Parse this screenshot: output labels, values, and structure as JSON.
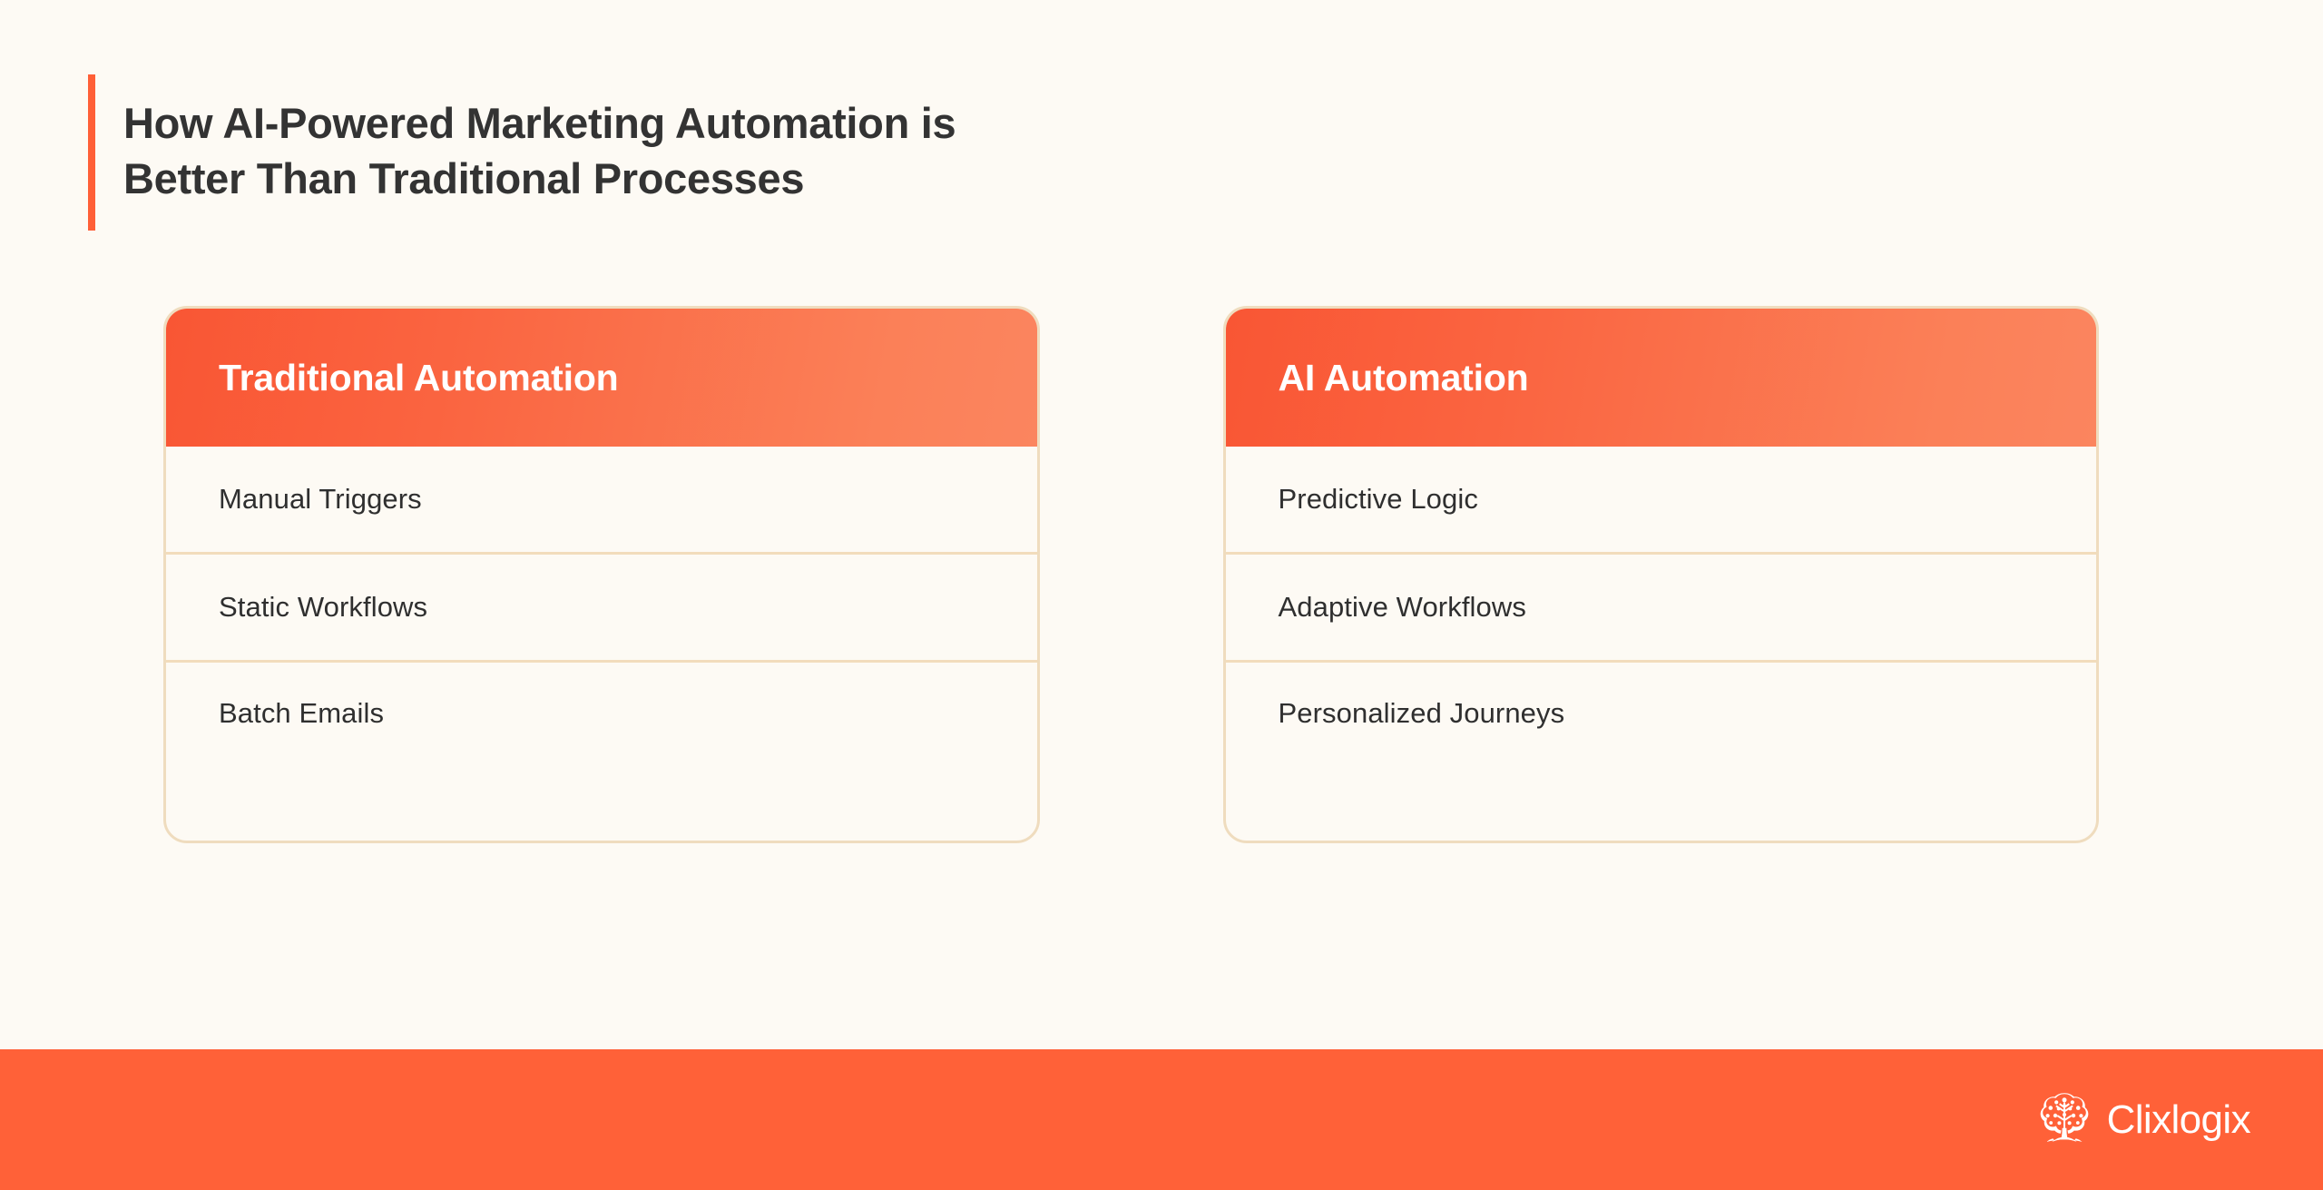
{
  "page": {
    "background_color": "#FDFAF4",
    "accent_color": "#FF5F37",
    "heading_color": "#333333",
    "card_border_color": "#EFDCBE",
    "row_divider_color": "#F2DCBC",
    "footer_color": "#FF6138"
  },
  "heading": {
    "line1": "How AI-Powered Marketing Automation is",
    "line2": "Better Than Traditional Processes",
    "full": "How AI-Powered Marketing Automation is\nBetter Than Traditional Processes"
  },
  "cards": [
    {
      "title": "Traditional Automation",
      "rows": [
        {
          "label": "Manual Triggers"
        },
        {
          "label": "Static Workflows"
        },
        {
          "label": "Batch Emails"
        }
      ]
    },
    {
      "title": "AI Automation",
      "rows": [
        {
          "label": "Predictive Logic"
        },
        {
          "label": "Adaptive Workflows"
        },
        {
          "label": "Personalized Journeys"
        }
      ]
    }
  ],
  "footer": {
    "logo_icon": "tree-logo-icon",
    "brand": "Clixlogix"
  }
}
